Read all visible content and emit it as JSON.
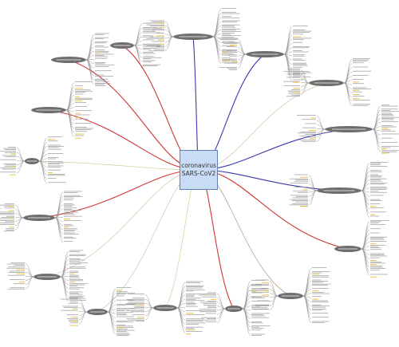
{
  "center": {
    "line1": "coronavirus",
    "line2": "SARS-CoV2"
  },
  "colors": {
    "background": "#ffffff",
    "center_fill": "#c9dcf6",
    "center_border": "#5f7faf",
    "node_fill": "#6e6e6e",
    "leaf_line": "#8c8c8c",
    "highlight": "#e8c13a",
    "branch_red": "#cc2a2a",
    "branch_blue": "#2e2ea8",
    "branch_tan": "#d6b991",
    "branch_olive": "#c4c48a",
    "branch_green": "#9fd0a3",
    "branch_brown": "#b0827a"
  },
  "branches": [
    {
      "name": "branch-upper-left-1",
      "color": "red",
      "node_label": ""
    },
    {
      "name": "branch-upper-left-2",
      "color": "red",
      "node_label": ""
    },
    {
      "name": "branch-upper-left-3",
      "color": "red",
      "node_label": ""
    },
    {
      "name": "branch-top-1",
      "color": "blue",
      "node_label": ""
    },
    {
      "name": "branch-top-right-1",
      "color": "blue",
      "node_label": ""
    },
    {
      "name": "branch-right-1",
      "color": "tan",
      "node_label": ""
    },
    {
      "name": "branch-right-2",
      "color": "blue",
      "node_label": ""
    },
    {
      "name": "branch-right-3",
      "color": "blue",
      "node_label": ""
    },
    {
      "name": "branch-right-4",
      "color": "red",
      "node_label": ""
    },
    {
      "name": "branch-bottom-right-1",
      "color": "brown",
      "node_label": ""
    },
    {
      "name": "branch-bottom-1",
      "color": "red",
      "node_label": ""
    },
    {
      "name": "branch-bottom-2",
      "color": "olive",
      "node_label": ""
    },
    {
      "name": "branch-bottom-left-1",
      "color": "green",
      "node_label": ""
    },
    {
      "name": "branch-bottom-left-2",
      "color": "tan",
      "node_label": ""
    },
    {
      "name": "branch-left-1",
      "color": "red",
      "node_label": ""
    },
    {
      "name": "branch-left-2",
      "color": "olive",
      "node_label": ""
    }
  ]
}
